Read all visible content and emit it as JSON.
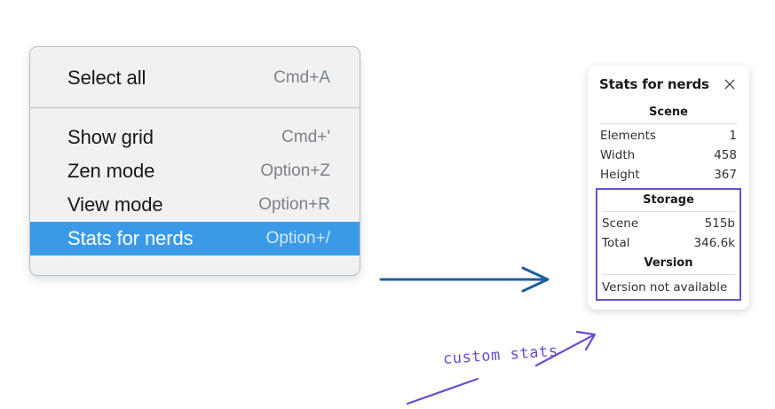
{
  "context_menu": {
    "groups": [
      {
        "items": [
          {
            "label": "Select all",
            "shortcut": "Cmd+A",
            "selected": false
          }
        ]
      },
      {
        "items": [
          {
            "label": "Show grid",
            "shortcut": "Cmd+'",
            "selected": false
          },
          {
            "label": "Zen mode",
            "shortcut": "Option+Z",
            "selected": false
          },
          {
            "label": "View mode",
            "shortcut": "Option+R",
            "selected": false
          },
          {
            "label": "Stats for nerds",
            "shortcut": "Option+/",
            "selected": true
          }
        ]
      }
    ],
    "highlight_color": "#3b9ae8"
  },
  "stats_panel": {
    "title": "Stats for nerds",
    "close_icon": "close-icon",
    "scene": {
      "heading": "Scene",
      "rows": [
        {
          "label": "Elements",
          "value": "1"
        },
        {
          "label": "Width",
          "value": "458"
        },
        {
          "label": "Height",
          "value": "367"
        }
      ]
    },
    "storage": {
      "heading": "Storage",
      "rows": [
        {
          "label": "Scene",
          "value": "515b"
        },
        {
          "label": "Total",
          "value": "346.6k"
        }
      ]
    },
    "version": {
      "heading": "Version",
      "note": "Version not available"
    },
    "highlight_border_color": "#6f4fd0"
  },
  "annotations": {
    "label": "custom stats",
    "label_color": "#6a4bd0",
    "blue_arrow_color": "#1f5f9e",
    "purple_stroke_color": "#6a4bd0"
  }
}
